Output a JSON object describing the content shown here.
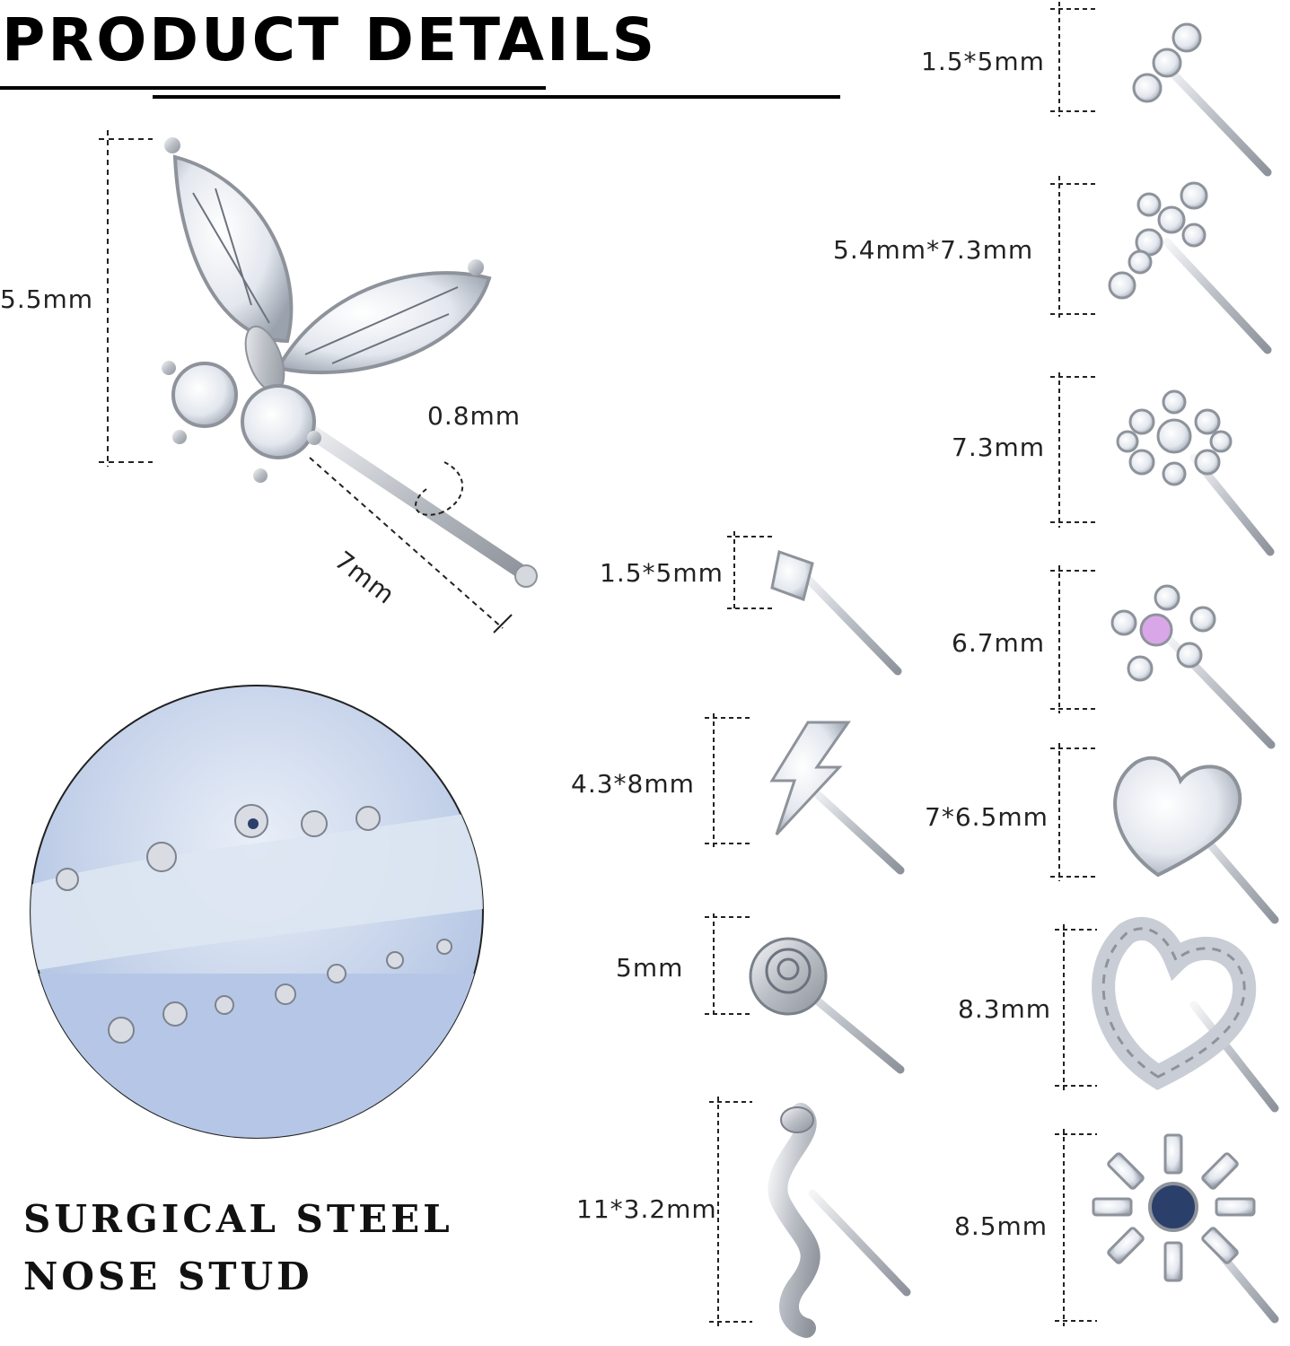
{
  "header": {
    "title": "PRODUCT DETAILS"
  },
  "main_product": {
    "height_label": "5.5mm",
    "pin_diameter_label": "0.8mm",
    "pin_length_label": "7mm"
  },
  "left_column": [
    {
      "id": "star",
      "size": "1.5*5mm"
    },
    {
      "id": "lightning",
      "size": "4.3*8mm"
    },
    {
      "id": "rose",
      "size": "5mm"
    },
    {
      "id": "snake",
      "size": "11*3.2mm"
    }
  ],
  "right_column": [
    {
      "id": "three-gem-bar",
      "size": "1.5*5mm"
    },
    {
      "id": "cross",
      "size": "5.4mm*7.3mm"
    },
    {
      "id": "cluster-flower",
      "size": "7.3mm"
    },
    {
      "id": "star-flower",
      "size": "6.7mm"
    },
    {
      "id": "solid-heart",
      "size": "7*6.5mm"
    },
    {
      "id": "open-heart",
      "size": "8.3mm"
    },
    {
      "id": "sunflower",
      "size": "8.5mm"
    }
  ],
  "footer": {
    "line1": "SURGICAL STEEL",
    "line2": "NOSE STUD"
  },
  "colors": {
    "metal": "#c9ccd1",
    "gem": "#eef1f6",
    "sapphire": "#2b3f6b",
    "opal": "#d9a6e8",
    "backdrop": "#b9c9e6"
  }
}
